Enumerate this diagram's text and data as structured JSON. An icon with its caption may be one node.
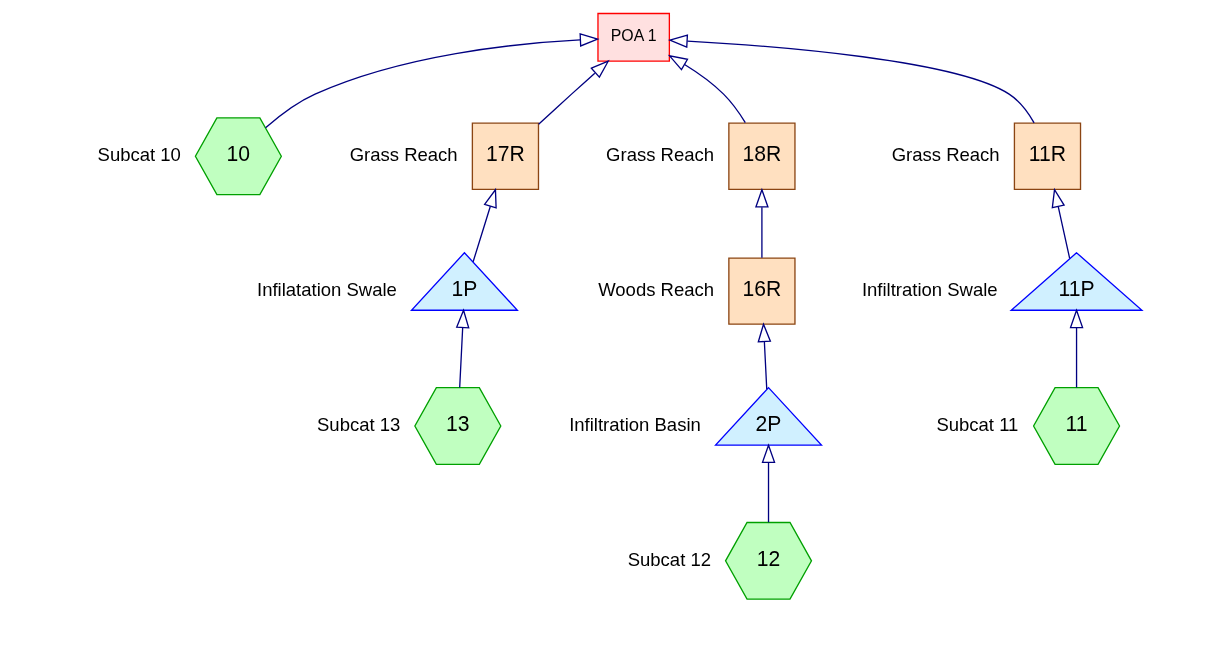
{
  "diagram": {
    "nodes": [
      {
        "text": [
          "POA 1"
        ]
      },
      {
        "text": [
          "10"
        ],
        "beside": [
          "Subcat 10"
        ]
      },
      {
        "text": [
          "17R"
        ],
        "beside": [
          "Grass Reach"
        ]
      },
      {
        "text": [
          "18R"
        ],
        "beside": [
          "Grass Reach"
        ]
      },
      {
        "text": [
          "11R"
        ],
        "beside": [
          "Grass Reach"
        ]
      },
      {
        "text": [
          "1P"
        ],
        "beside": [
          "Infilatation Swale"
        ]
      },
      {
        "text": [
          "13"
        ],
        "beside": [
          "Subcat 13"
        ]
      },
      {
        "text": [
          "16R"
        ],
        "beside": [
          "Woods Reach"
        ]
      },
      {
        "text": [
          "2P"
        ],
        "beside": [
          "Infiltration Basin"
        ]
      },
      {
        "text": [
          "11P"
        ],
        "beside": [
          "Infiltration Swale"
        ]
      },
      {
        "text": [
          "12"
        ],
        "beside": [
          "Subcat 12"
        ]
      },
      {
        "text": [
          "11"
        ],
        "beside": [
          "Subcat 11"
        ]
      }
    ],
    "edges": [
      {
        "from": 1,
        "to": 0,
        "arrow": "to"
      },
      {
        "from": 3,
        "to": 0,
        "arrow": "to"
      },
      {
        "from": 4,
        "to": 0,
        "arrow": "to"
      },
      {
        "from": 2,
        "to": 0,
        "arrow": "to"
      },
      {
        "from": 5,
        "to": 2,
        "arrow": "to"
      },
      {
        "from": 6,
        "to": 5,
        "arrow": "to"
      },
      {
        "from": 7,
        "to": 3,
        "arrow": "to"
      },
      {
        "from": 8,
        "to": 7,
        "arrow": "to"
      },
      {
        "from": 10,
        "to": 8,
        "arrow": "to"
      },
      {
        "from": 9,
        "to": 4,
        "arrow": "to"
      },
      {
        "from": 11,
        "to": 9,
        "arrow": "to"
      }
    ]
  }
}
